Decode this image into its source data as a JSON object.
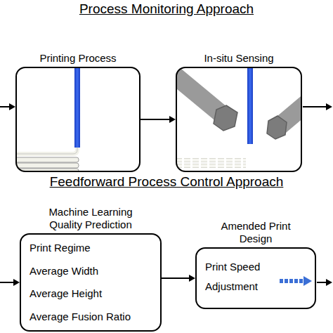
{
  "diagram": {
    "nodes": [
      {
        "text": [
          "Printing Process"
        ]
      },
      {
        "text": [
          "In-situ Sensing"
        ]
      },
      {
        "text": [
          "Machine Learning Quality Prediction",
          "Print Regime",
          "Average Width",
          "Average Height",
          "Average Fusion Ratio"
        ]
      },
      {
        "text": [
          "Amended Print Design",
          "Print Speed Adjustment"
        ]
      }
    ],
    "edges": [
      {
        "from": 0,
        "to": 1,
        "arrow": "to"
      },
      {
        "from": 2,
        "to": 3,
        "arrow": "to"
      }
    ],
    "labels": [
      "Process Monitoring Approach",
      "Feedforward Process Control Approach"
    ]
  }
}
